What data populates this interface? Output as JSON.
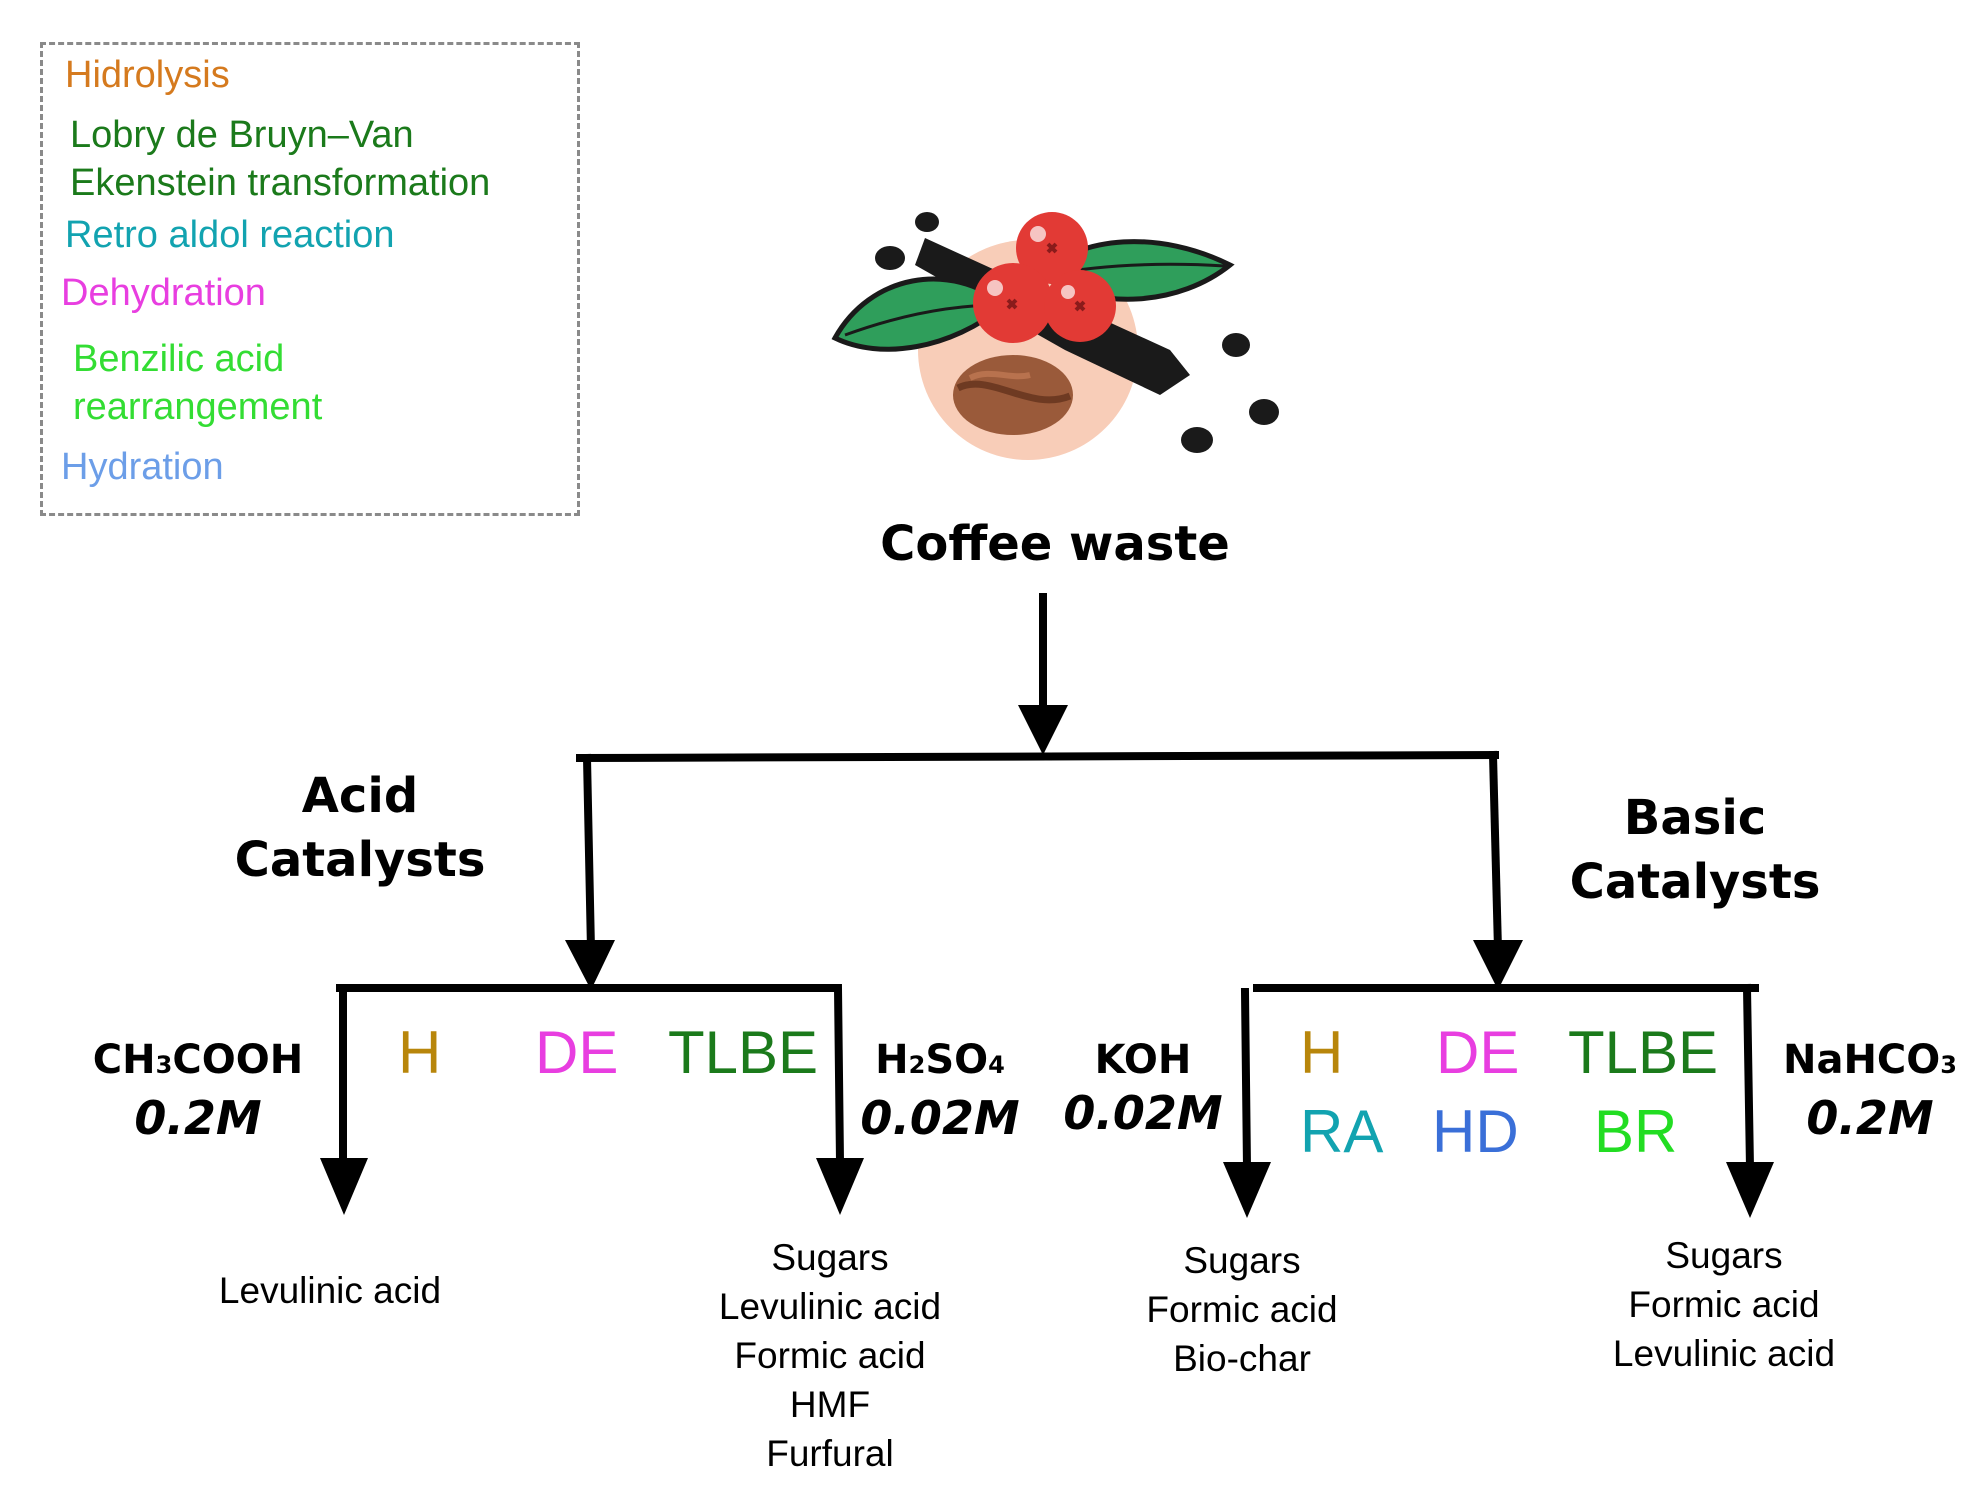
{
  "legend": {
    "items": [
      {
        "lines": [
          "Hidrolysis"
        ],
        "color": "#d57a1e"
      },
      {
        "lines": [
          "Lobry de Bruyn–Van",
          "Ekenstein transformation"
        ],
        "color": "#1b7a1b"
      },
      {
        "lines": [
          "Retro aldol reaction"
        ],
        "color": "#12a3b0"
      },
      {
        "lines": [
          "Dehydration"
        ],
        "color": "#e83ee0"
      },
      {
        "lines": [
          "Benzilic acid",
          "rearrangement"
        ],
        "color": "#33dd33"
      },
      {
        "lines": [
          "Hydration"
        ],
        "color": "#6c9ee8"
      }
    ]
  },
  "source": {
    "label": "Coffee waste"
  },
  "acid": {
    "title": [
      "Acid",
      "Catalysts"
    ],
    "left_catalyst": {
      "formula_parts": [
        "CH",
        "3",
        "COOH"
      ],
      "concentration": "0.2M",
      "products": [
        "Levulinic acid"
      ]
    },
    "right_catalyst": {
      "formula_parts": [
        "H",
        "2",
        "SO",
        "4"
      ],
      "concentration": "0.02M",
      "products": [
        "Sugars",
        "Levulinic acid",
        "Formic acid",
        "HMF",
        "Furfural"
      ]
    },
    "reactions": [
      {
        "label": "H",
        "color": "#b8860b"
      },
      {
        "label": "DE",
        "color": "#e83ee0"
      },
      {
        "label": "TLBE",
        "color": "#1b7a1b"
      }
    ]
  },
  "basic": {
    "title": [
      "Basic",
      "Catalysts"
    ],
    "left_catalyst": {
      "formula": "KOH",
      "concentration": "0.02M",
      "products": [
        "Sugars",
        "Formic acid",
        "Bio-char"
      ]
    },
    "right_catalyst": {
      "formula_parts": [
        "NaHCO",
        "3"
      ],
      "concentration": "0.2M",
      "products": [
        "Sugars",
        "Formic acid",
        "Levulinic acid"
      ]
    },
    "reactions_row1": [
      {
        "label": "H",
        "color": "#b8860b"
      },
      {
        "label": "DE",
        "color": "#e83ee0"
      },
      {
        "label": "TLBE",
        "color": "#1b7a1b"
      }
    ],
    "reactions_row2": [
      {
        "label": "RA",
        "color": "#12a3b0"
      },
      {
        "label": "HD",
        "color": "#3a6fd8"
      },
      {
        "label": "BR",
        "color": "#22dd22"
      }
    ]
  },
  "colors": {
    "arrow": "#000000",
    "berry": "#e23a35",
    "leaf": "#2f9e5b",
    "bean": "#9a5a3a",
    "circle_bg": "#f8cdb8"
  },
  "icons": [
    "coffee-plant-icon"
  ]
}
